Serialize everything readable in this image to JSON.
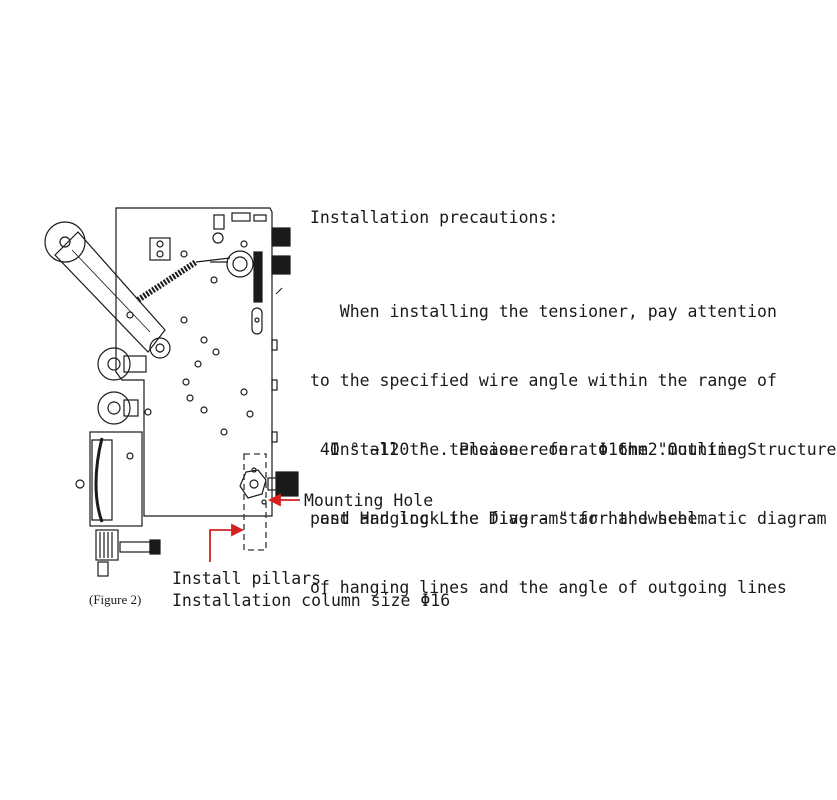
{
  "precautions": {
    "title": "Installation precautions:",
    "paragraph1": [
      "   When installing the tensioner, pay attention",
      "to the specified wire angle within the range of",
      " 40 ° ~120 ° . Please refer to the \"Outline Structure",
      " and Hanging Line Diagram\" for the schematic diagram",
      "of hanging lines and the angle of outgoing lines"
    ],
    "paragraph2": [
      "  Install the tensioner on a Φ16mm2.mounting",
      "post and lock the five - star handwheel."
    ]
  },
  "labels": {
    "mounting_hole": "Mounting Hole",
    "install_pillars": "Install pillars",
    "column_size": "Installation column size Φ16",
    "figure": "(Figure 2)"
  },
  "colors": {
    "line": "#1a1a1a",
    "arrow": "#d62020",
    "dashed": "#333333"
  }
}
